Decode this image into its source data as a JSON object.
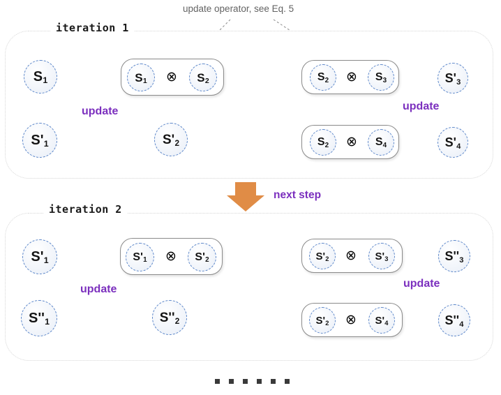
{
  "figure": {
    "caption": "update operator, see Eq. 5",
    "operator_symbol": "⊗",
    "next_step_label": "next step",
    "update_label": "update",
    "accent_purple": "#7b2fbe",
    "orange": "#e08c46",
    "node_border": "#5b86c9",
    "caption_gray": "#636363"
  },
  "iterations": [
    {
      "title": "iteration 1",
      "source_node": "S₁",
      "source_updated_node": "S'₁",
      "left_group": {
        "left": "S₁",
        "op": "⊗",
        "right": "S₂"
      },
      "left_group_output": "S'₂",
      "left_update_label": "update",
      "right_groups": [
        {
          "left": "S₂",
          "op": "⊗",
          "right": "S₃",
          "output": "S'₃"
        },
        {
          "left": "S₂",
          "op": "⊗",
          "right": "S₄",
          "output": "S'₄"
        }
      ],
      "right_update_label": "update"
    },
    {
      "title": "iteration 2",
      "source_node": "S'₁",
      "source_updated_node": "S''₁",
      "left_group": {
        "left": "S'₁",
        "op": "⊗",
        "right": "S'₂"
      },
      "left_group_output": "S''₂",
      "left_update_label": "update",
      "right_groups": [
        {
          "left": "S'₂",
          "op": "⊗",
          "right": "S'₃",
          "output": "S''₃"
        },
        {
          "left": "S'₂",
          "op": "⊗",
          "right": "S'₄",
          "output": "S''₄"
        }
      ],
      "right_update_label": "update"
    }
  ],
  "continuation_dots": 6
}
